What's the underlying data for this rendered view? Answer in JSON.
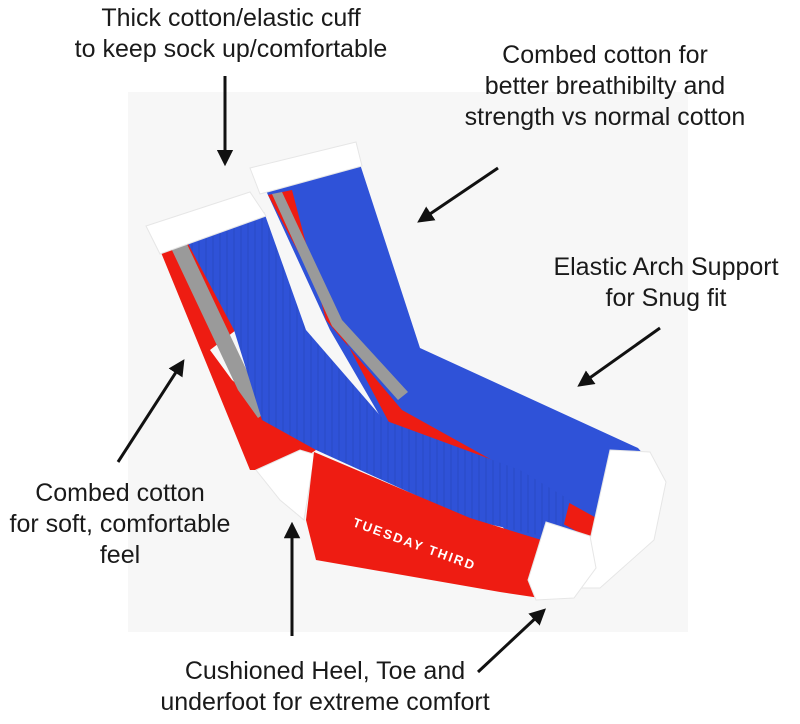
{
  "callouts": {
    "cuff": "Thick cotton/elastic cuff\nto keep sock up/comfortable",
    "combed_breathability": "Combed cotton for\nbetter breathibilty and\nstrength vs normal cotton",
    "arch": "Elastic Arch Support\nfor Snug fit",
    "combed_soft": "Combed cotton\nfor soft, comfortable\nfeel",
    "cushion": "Cushioned Heel, Toe and\nunderfoot for extreme comfort"
  },
  "sole_text": "TUESDAY THIRD",
  "icons": [
    "arrow-down",
    "arrow-down-left",
    "arrow-down-left",
    "arrow-up-right",
    "arrow-up",
    "arrow-up-right"
  ],
  "colors": {
    "blue": "#2f52d8",
    "red": "#ee1c12",
    "white": "#ffffff",
    "grey": "#9a9a9a",
    "text": "#1a1a1a"
  }
}
